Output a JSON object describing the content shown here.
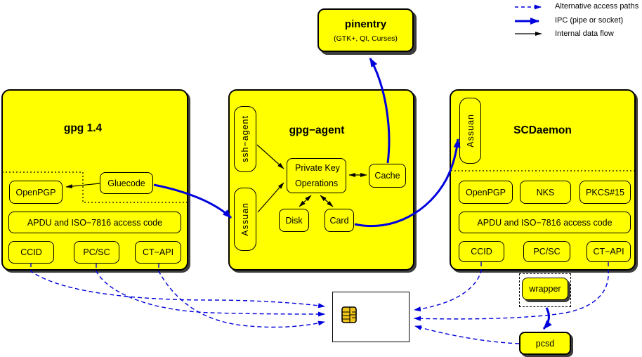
{
  "legend": {
    "alt": "Alternative access paths",
    "ipc": "IPC (pipe or socket)",
    "internal": "Internal data flow"
  },
  "pinentry": {
    "title": "pinentry",
    "subtitle": "(GTK+, Qt, Curses)"
  },
  "gpg14": {
    "title": "gpg 1.4",
    "openpgp": "OpenPGP",
    "gluecode": "Gluecode",
    "apdu": "APDU and ISO−7816 access code",
    "ccid": "CCID",
    "pcsc": "PC/SC",
    "ctapi": "CT−API"
  },
  "agent": {
    "title": "gpg−agent",
    "ssh": "ssh−agent",
    "assuan": "Assuan",
    "pko1": "Private Key",
    "pko2": "Operations",
    "cache": "Cache",
    "disk": "Disk",
    "card": "Card"
  },
  "scd": {
    "title": "SCDaemon",
    "assuan": "Assuan",
    "openpgp": "OpenPGP",
    "nks": "NKS",
    "pkcs15": "PKCS#15",
    "apdu": "APDU and ISO−7816 access code",
    "ccid": "CCID",
    "pcsc": "PC/SC",
    "ctapi": "CT−API"
  },
  "bottom": {
    "wrapper": "wrapper",
    "pcsd": "pcsd"
  },
  "colors": {
    "box_fill": "#ffff00",
    "ipc_blue": "#0000dd",
    "border": "#000000"
  }
}
